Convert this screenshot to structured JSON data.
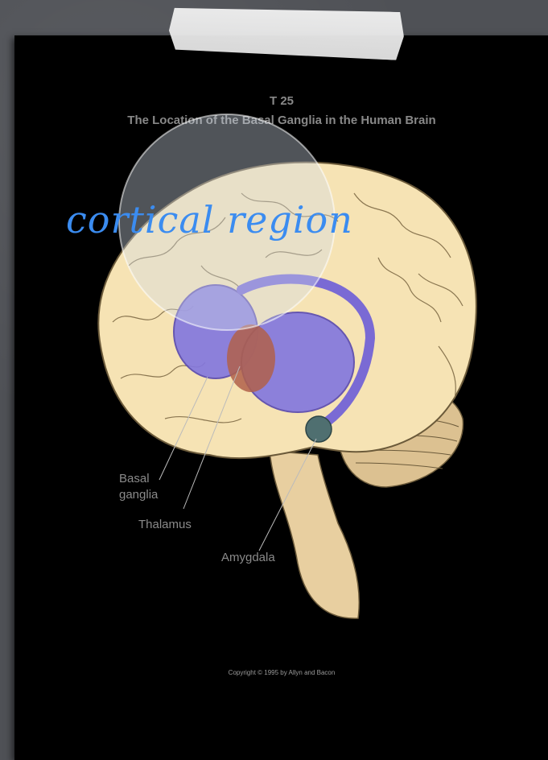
{
  "header": {
    "number": "T 25",
    "title": "The Location of the Basal Ganglia in the Human Brain"
  },
  "labels": {
    "basal_ganglia_line1": "Basal",
    "basal_ganglia_line2": "ganglia",
    "thalamus": "Thalamus",
    "amygdala": "Amygdala"
  },
  "annotation": "cortical region",
  "copyright": "Copyright © 1995 by Allyn and Bacon",
  "colors": {
    "brain": "#f4e1b0",
    "ganglia": "#8070d8",
    "thalamus": "#b0604a",
    "amygdala": "#4f6f70",
    "annotation": "#3b8cf0"
  }
}
